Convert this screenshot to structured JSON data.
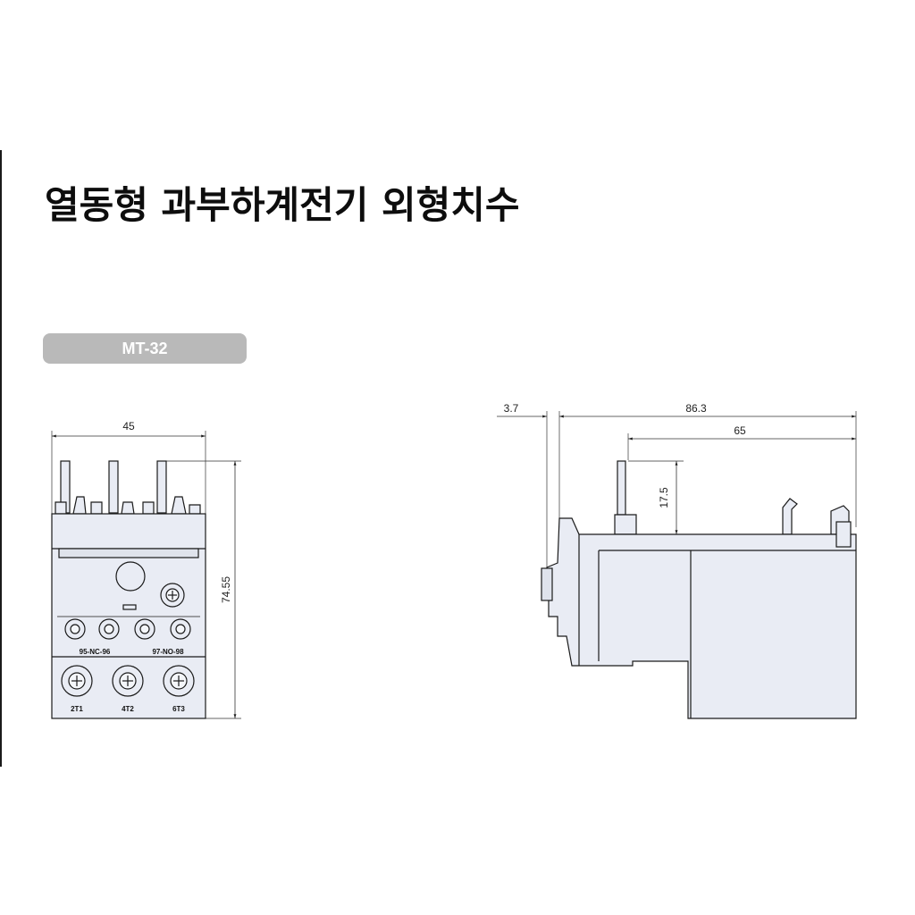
{
  "title": "열동형 과부하계전기 외형치수",
  "model": "MT-32",
  "front_view": {
    "width_dim": "45",
    "height_dim": "74.55",
    "aux_labels": [
      "95-NC-96",
      "97-NO-98"
    ],
    "main_terminals": [
      "2T1",
      "4T2",
      "6T3"
    ]
  },
  "side_view": {
    "offset_dim": "3.7",
    "depth_dim": "86.3",
    "body_depth_dim": "65",
    "pin_height_dim": "17.5"
  },
  "colors": {
    "body_fill": "#e9ecf4",
    "line": "#1a1a1a",
    "badge": "#b9b9b9"
  }
}
